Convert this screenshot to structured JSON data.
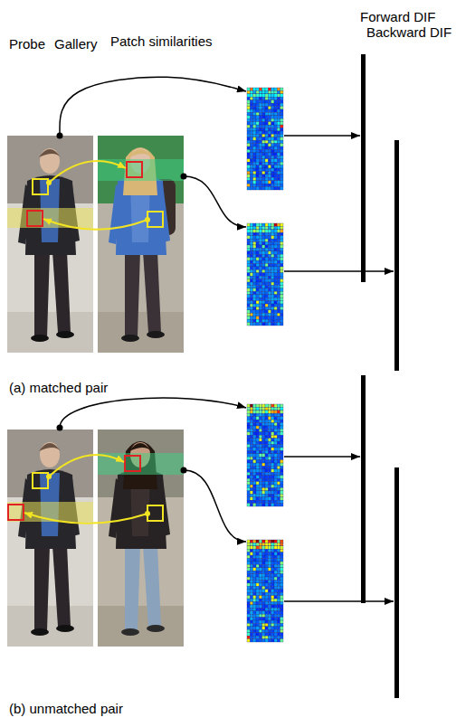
{
  "diagram": {
    "nodes": [
      {
        "text": [
          "Probe"
        ]
      },
      {
        "text": [
          "Gallery"
        ]
      },
      {
        "text": [
          "Patch similarities"
        ]
      },
      {
        "text": [
          "Forward DIF"
        ]
      },
      {
        "text": [
          "Backward DIF"
        ]
      }
    ],
    "edges": [
      {
        "from": 0,
        "to": 2,
        "arrow": "to"
      },
      {
        "from": 2,
        "to": 3,
        "arrow": "to"
      }
    ],
    "labels": [
      "(a) matched pair",
      "(b) unmatched pair"
    ]
  }
}
